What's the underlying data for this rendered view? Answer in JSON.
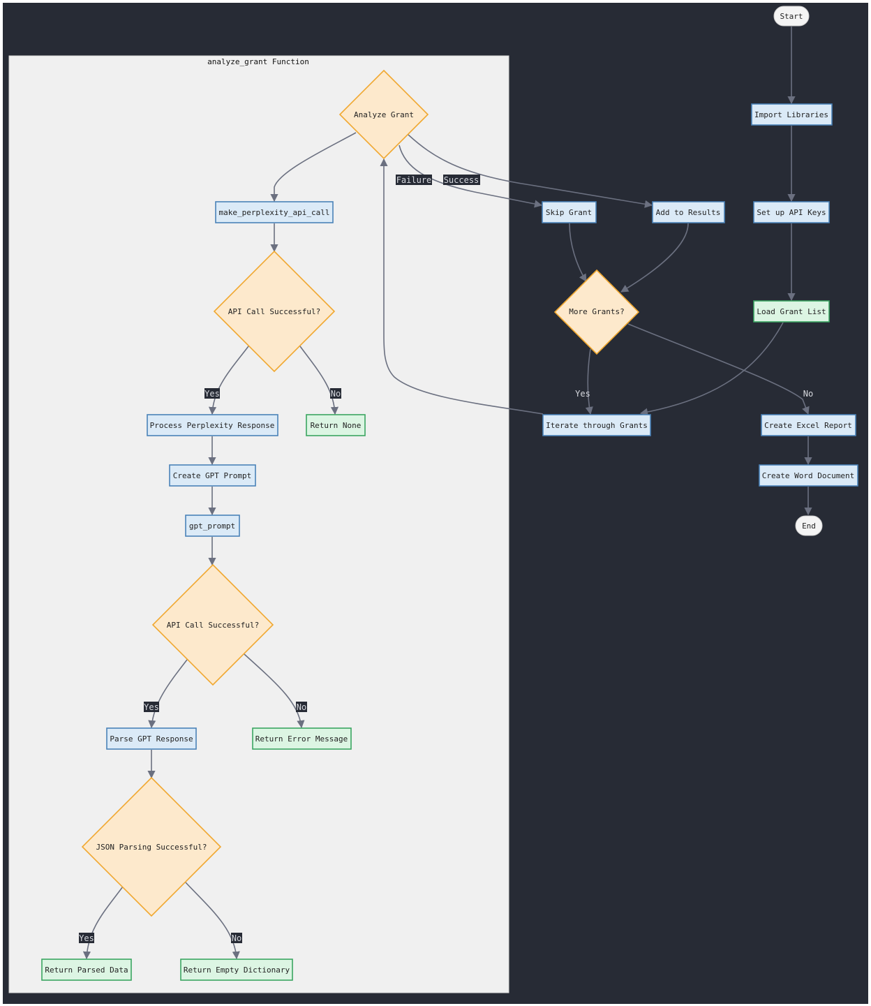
{
  "colors": {
    "background": "#272b35",
    "subgraph_fill": "#f0f0f0",
    "process_fill": "#dbeaf7",
    "process_stroke": "#4a82b8",
    "decision_fill": "#fde9cc",
    "decision_stroke": "#f0a830",
    "terminal_fill": "#dcf5e3",
    "terminal_stroke": "#3ba561",
    "start_end_fill": "#f4f4f4",
    "edge": "#6b7080",
    "label_bg": "#272b35"
  },
  "subgraph": {
    "title": "analyze_grant Function"
  },
  "nodes": {
    "start": "Start",
    "import_libraries": "Import Libraries",
    "setup_api_keys": "Set up API Keys",
    "load_grant_list": "Load Grant List",
    "iterate_grants": "Iterate through Grants",
    "more_grants": "More Grants?",
    "skip_grant": "Skip Grant",
    "add_results": "Add to Results",
    "create_excel": "Create Excel Report",
    "create_word": "Create Word Document",
    "end": "End",
    "analyze_grant": "Analyze Grant",
    "perplexity_call": "make_perplexity_api_call",
    "api_ok_1": "API Call Successful?",
    "process_perplexity": "Process Perplexity Response",
    "return_none": "Return None",
    "create_gpt_prompt": "Create GPT Prompt",
    "gpt_prompt": "gpt_prompt",
    "api_ok_2": "API Call Successful?",
    "parse_gpt": "Parse GPT Response",
    "return_error": "Return Error Message",
    "json_ok": "JSON Parsing Successful?",
    "return_parsed": "Return Parsed Data",
    "return_empty": "Return Empty Dictionary"
  },
  "edge_labels": {
    "failure": "Failure",
    "success": "Success",
    "yes_more": "Yes",
    "no_more": "No",
    "yes_api1": "Yes",
    "no_api1": "No",
    "yes_api2": "Yes",
    "no_api2": "No",
    "yes_json": "Yes",
    "no_json": "No"
  }
}
